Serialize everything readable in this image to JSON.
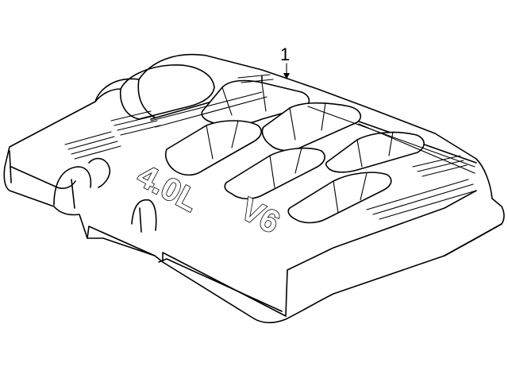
{
  "diagram": {
    "callout": {
      "number": "1"
    },
    "emblem": {
      "displacement": "4.0L",
      "configuration": "V6"
    }
  }
}
